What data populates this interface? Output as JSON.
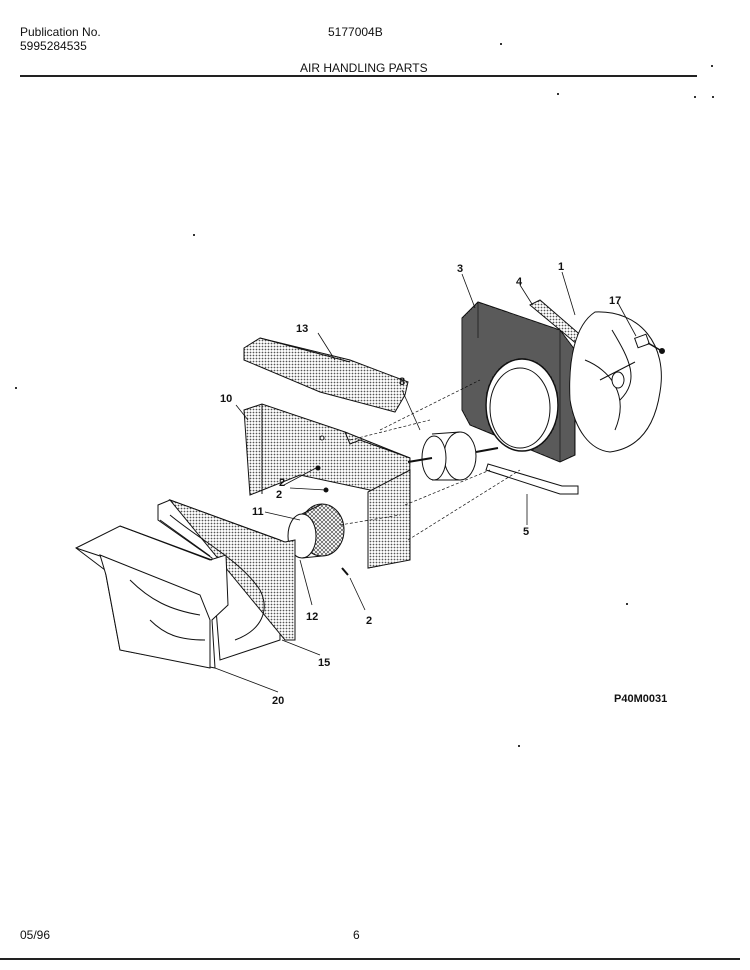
{
  "header": {
    "publication_label": "Publication No.",
    "publication_number": "5995284535",
    "model_number": "5177004B",
    "section_title": "AIR HANDLING PARTS"
  },
  "diagram": {
    "drawing_code": "P40M0031",
    "callouts": [
      "1",
      "2",
      "2",
      "2",
      "3",
      "4",
      "5",
      "8",
      "10",
      "11",
      "12",
      "13",
      "15",
      "17",
      "20"
    ]
  },
  "footer": {
    "date": "05/96",
    "page_number": "6"
  }
}
